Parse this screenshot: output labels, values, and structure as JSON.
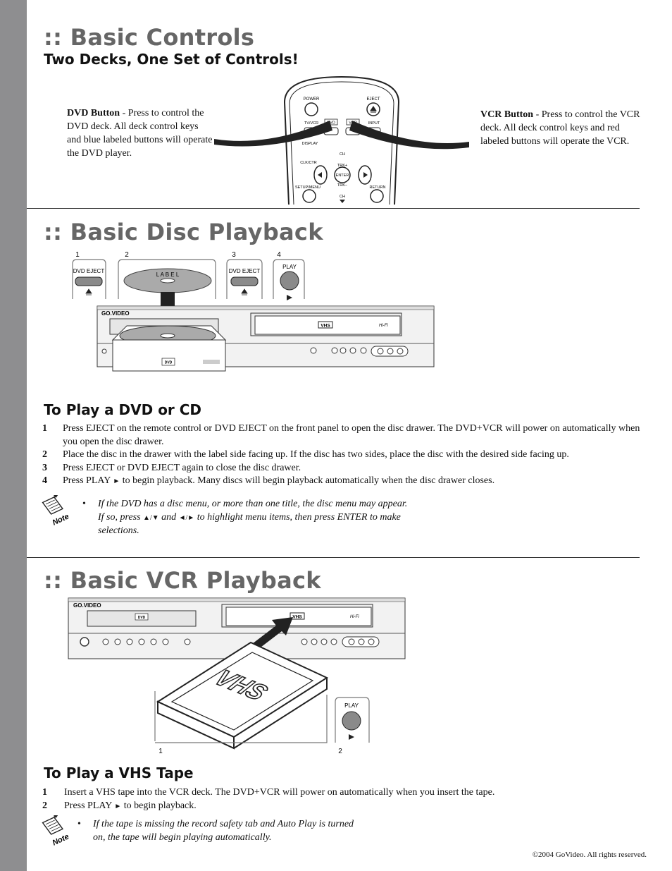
{
  "sections": {
    "controls": {
      "title": ":: Basic Controls",
      "subtitle": "Two Decks, One Set of Controls!",
      "dvd_callout": {
        "label": "DVD Button",
        "text": " - Press to control the DVD deck. All deck control keys and blue labeled buttons will operate the DVD player."
      },
      "vcr_callout": {
        "label": "VCR Button",
        "text": " - Press to control the VCR deck. All deck control keys and red labeled buttons will operate the VCR."
      },
      "remote": {
        "power": "POWER",
        "eject": "EJECT",
        "tvvcr": "TV/VCR",
        "dvd": "DVD",
        "vcr": "VCR",
        "input": "INPUT",
        "display": "DISPLAY",
        "ch": "CH",
        "clk": "CLK/CTR",
        "trk_plus": "TRK+",
        "enter": "ENTER",
        "trk_minus": "TRK−",
        "setup": "SETUP/MENU",
        "return": "RETURN"
      }
    },
    "disc": {
      "title": ":: Basic Disc Playback",
      "step_numbers": [
        "1",
        "2",
        "3",
        "4"
      ],
      "panel": {
        "dvd_eject": "DVD EJECT",
        "play": "PLAY",
        "label": "L A B E L",
        "brand": "GO.VIDEO",
        "vhs": "VHS",
        "hifi": "Hi-Fi",
        "dvd_logo": "DVD"
      },
      "heading": "To Play a DVD or CD",
      "steps": [
        {
          "n": "1",
          "text": "Press EJECT on the remote control or DVD EJECT on the front panel to open the disc drawer. The DVD+VCR will power on automatically when you open the disc drawer."
        },
        {
          "n": "2",
          "text": "Place the disc in the drawer with the label side facing up. If the disc has two sides, place the disc with the desired side facing up."
        },
        {
          "n": "3",
          "text": "Press EJECT or DVD EJECT again to close the disc drawer."
        },
        {
          "n": "4",
          "text_a": "Press PLAY",
          "play_glyph": "►",
          "text_b": " to begin playback. Many discs will begin playback automatically when the disc drawer closes."
        }
      ],
      "note": {
        "bullet": "•",
        "line1": "If the DVD has a disc menu, or more than one title, the disc menu may appear.",
        "line2_a": "If so, press ",
        "arrows_ud": "▲/▼",
        "line2_b": " and ",
        "arrows_lr": "◄/►",
        "line2_c": " to highlight menu items, then press ENTER to make",
        "line3": "selections.",
        "icon_label": "Note"
      }
    },
    "vcr": {
      "title": ":: Basic VCR Playback",
      "step_numbers": [
        "1",
        "2"
      ],
      "panel": {
        "play": "PLAY",
        "brand": "GO.VIDEO",
        "vhs": "VHS",
        "hifi": "Hi-Fi",
        "tape_label": "VHS",
        "dvd_logo": "DVD"
      },
      "heading": "To Play a VHS Tape",
      "steps": [
        {
          "n": "1",
          "text": "Insert a VHS tape into the VCR deck. The DVD+VCR will power on automatically when you insert the tape."
        },
        {
          "n": "2",
          "text_a": "Press PLAY",
          "play_glyph": "►",
          "text_b": " to begin playback."
        }
      ],
      "note": {
        "bullet": "•",
        "line1": "If the tape is missing the record safety tab and Auto Play is turned",
        "line2": "on, the tape will begin playing automatically.",
        "icon_label": "Note"
      }
    }
  },
  "footer": {
    "copyright": "©2004 GoVideo. All rights reserved."
  },
  "colors": {
    "sidebar": "#8e8e90",
    "heading": "#666666"
  }
}
